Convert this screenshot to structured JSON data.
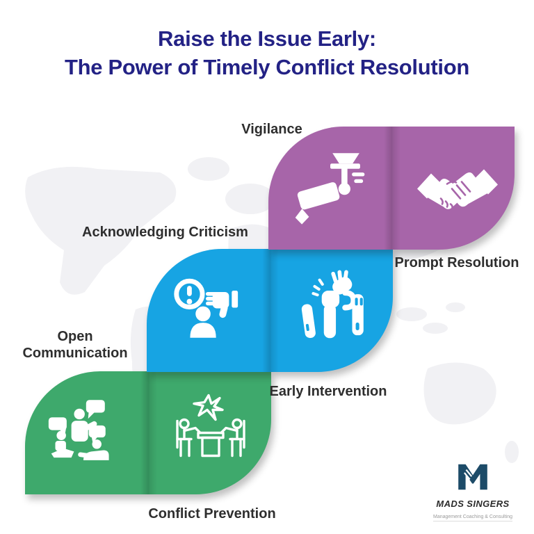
{
  "title": {
    "line1": "Raise the Issue Early:",
    "line2": "The Power of Timely Conflict Resolution"
  },
  "steps": [
    {
      "order": 1,
      "label": "Open Communication",
      "icon": "people-conversation-icon",
      "tier": "green"
    },
    {
      "order": 2,
      "label": "Conflict Prevention",
      "icon": "meeting-discussion-icon",
      "tier": "green"
    },
    {
      "order": 3,
      "label": "Acknowledging Criticism",
      "icon": "criticism-thumbs-down-icon",
      "tier": "blue"
    },
    {
      "order": 4,
      "label": "Early Intervention",
      "icon": "fist-intervention-icon",
      "tier": "blue"
    },
    {
      "order": 5,
      "label": "Vigilance",
      "icon": "cctv-camera-icon",
      "tier": "purple"
    },
    {
      "order": 6,
      "label": "Prompt Resolution",
      "icon": "handshake-icon",
      "tier": "purple"
    }
  ],
  "colors": {
    "green": "#3EA96C",
    "blue": "#17A4E3",
    "purple": "#A765A9",
    "title_navy": "#232285",
    "label_dark": "#2E2E2E",
    "logo_navy": "#1D4B68",
    "map_gray": "#F1F1F4",
    "background": "#FFFFFF"
  },
  "logo": {
    "name": "MADS SINGERS",
    "tagline": "Management Coaching & Consulting"
  }
}
